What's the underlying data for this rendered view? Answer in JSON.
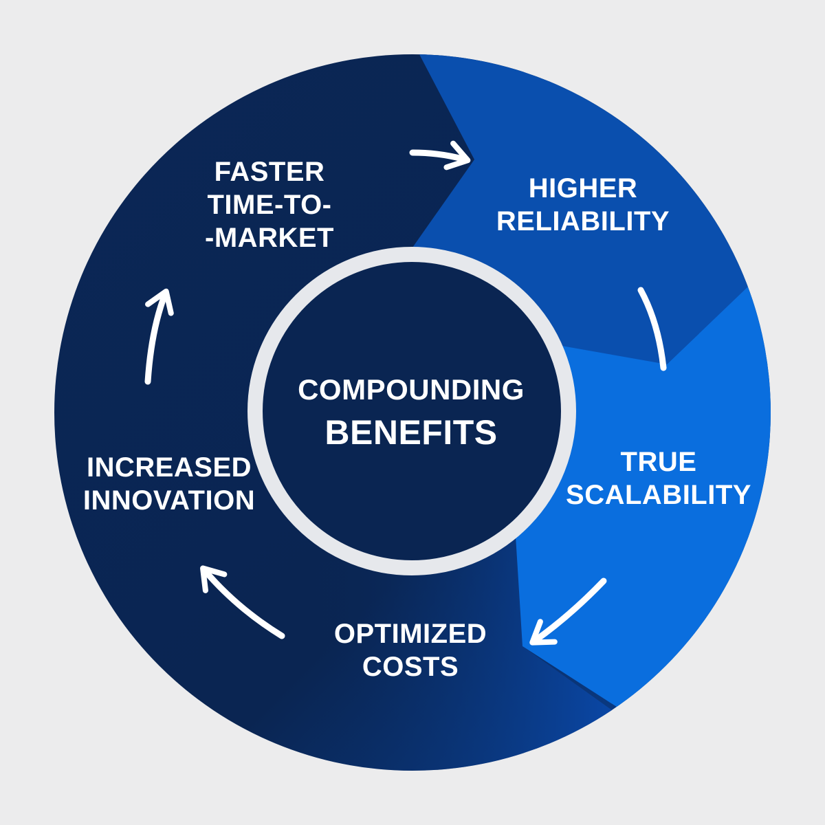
{
  "center": {
    "line1": "COMPOUNDING",
    "line2": "BENEFITS"
  },
  "stages": [
    {
      "line1": "FASTER",
      "line2": "TIME-TO-",
      "line3": "-MARKET"
    },
    {
      "line1": "HIGHER",
      "line2": "RELIABILITY"
    },
    {
      "line1": "TRUE",
      "line2": "SCALABILITY"
    },
    {
      "line1": "OPTIMIZED",
      "line2": "COSTS"
    },
    {
      "line1": "INCREASED",
      "line2": "INNOVATION"
    }
  ],
  "colors": {
    "background": "#ececed",
    "navy": "#0b2a5a",
    "mid_blue": "#0a4fae",
    "bright_blue": "#0a6ede",
    "ring": "#e6e8ec",
    "text": "#ffffff"
  }
}
